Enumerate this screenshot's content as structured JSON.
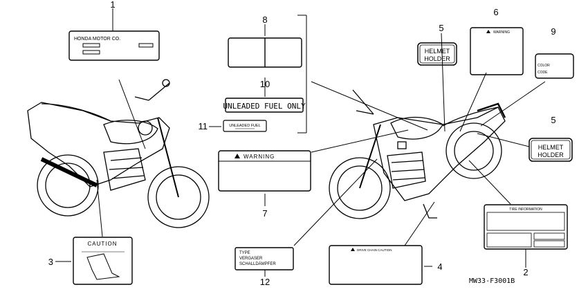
{
  "callouts": {
    "n1": "1",
    "n2": "2",
    "n3": "3",
    "n4": "4",
    "n5a": "5",
    "n5b": "5",
    "n6": "6",
    "n7": "7",
    "n8": "8",
    "n9": "9",
    "n10": "10",
    "n11": "11",
    "n12": "12"
  },
  "labels": {
    "honda_motor": "HONDA MOTOR CO.",
    "tire_information": "TIRE INFORMATION",
    "caution": "CAUTION",
    "drive_chain_caution": "DRIVE CHAIN CAUTION",
    "helmet_holder_a_line1": "HELMET",
    "helmet_holder_a_line2": "HOLDER",
    "helmet_holder_b_line1": "HELMET",
    "helmet_holder_b_line2": "HOLDER",
    "warning_small": "WARNING",
    "warning_large": "WARNING",
    "unleaded_large": "UNLEADED FUEL ONLY",
    "unleaded_small": "UNLEADED FUEL",
    "color": "COLOR",
    "code": "CODE",
    "type_line1": "TYPE",
    "type_line2": "VERGASER",
    "type_line3": "SCHALLDÄMPFER"
  },
  "footer": {
    "part_code": "MW33-F3001B"
  }
}
